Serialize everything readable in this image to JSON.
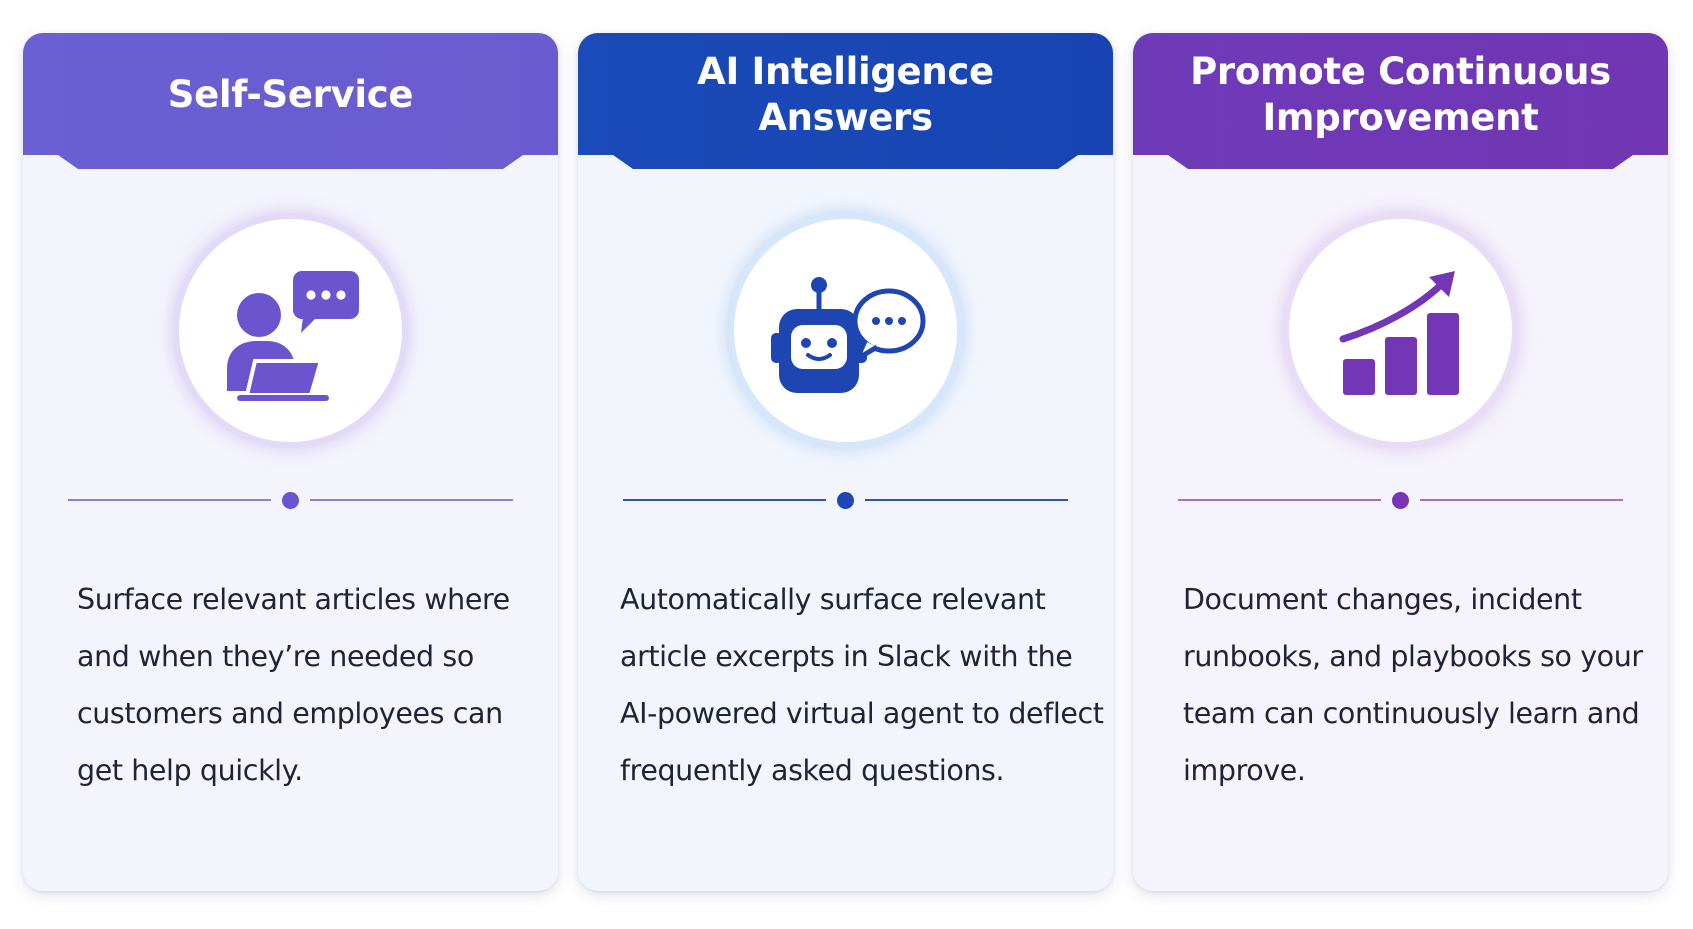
{
  "cards": [
    {
      "title": "Self-Service",
      "icon": "person-laptop-chat-icon",
      "header_color": "#6b5bd0",
      "description": "Surface relevant articles where and when they’re needed so customers and employees can get help quickly."
    },
    {
      "title": "AI Intelligence Answers",
      "icon": "robot-chat-icon",
      "header_color": "#1746b5",
      "description": "Automatically surface relevant article excerpts in Slack with the AI-powered virtual agent to deflect frequently asked questions."
    },
    {
      "title": "Promote Continuous Improvement",
      "icon": "growth-chart-icon",
      "header_color": "#7038b6",
      "description": "Document changes, incident runbooks, and playbooks so your team can continuously learn and improve."
    }
  ]
}
